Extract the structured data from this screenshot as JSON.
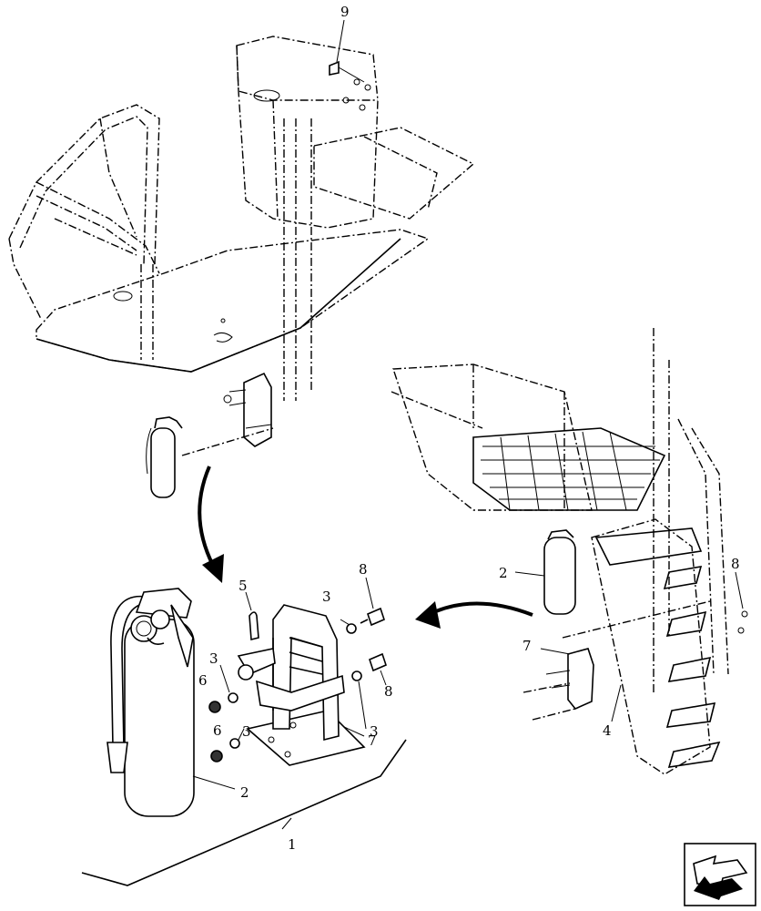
{
  "diagram": {
    "callouts": {
      "c1": "1",
      "c2_main": "2",
      "c2_ref": "2",
      "c3_a": "3",
      "c3_b": "3",
      "c3_c": "3",
      "c3_d": "3",
      "c4": "4",
      "c5": "5",
      "c6_a": "6",
      "c6_b": "6",
      "c7_main": "7",
      "c7_ref": "7",
      "c8_a": "8",
      "c8_b": "8",
      "c8_c": "8",
      "c9": "9"
    },
    "nav_icon": "arrow-next-page-icon"
  }
}
